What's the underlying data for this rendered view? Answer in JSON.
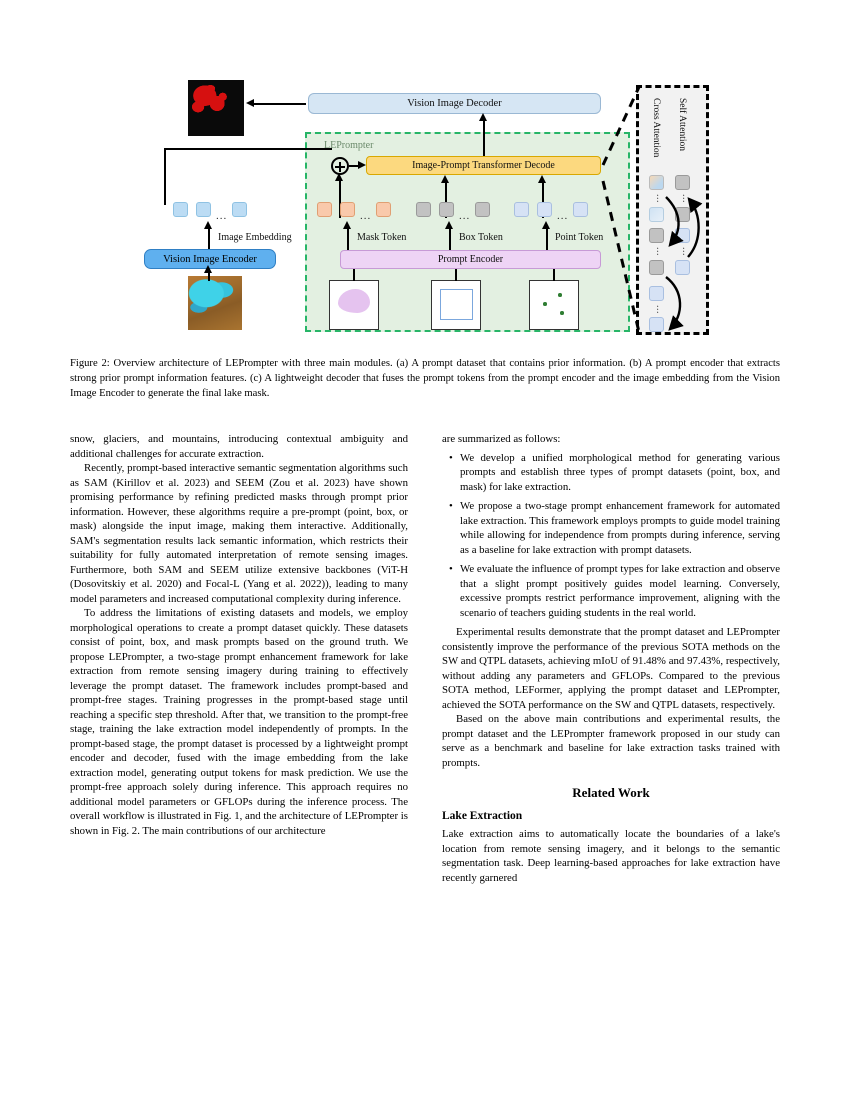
{
  "figure": {
    "blocks": {
      "vision_image_decoder": "Vision Image Decoder",
      "vision_image_encoder": "Vision Image Encoder",
      "image_prompt_transformer_decode": "Image-Prompt Transformer Decode",
      "prompt_encoder": "Prompt Encoder",
      "leprompter_region": "LEPrompter"
    },
    "labels": {
      "image_embedding": "Image Embedding",
      "mask_token": "Mask Token",
      "box_token": "Box Token",
      "point_token": "Point Token",
      "cross_attention": "Cross Attention",
      "self_attention": "Self Attention",
      "ellipsis": "..."
    },
    "colors": {
      "leprompter_border": "#27b567",
      "leprompter_fill": "#e3f0e1",
      "decoder_fill": "#d6e6f4",
      "encoder_fill": "#5fb0ef",
      "transformer_fill": "#fcd97f",
      "prompt_encoder_fill": "#eed4f5",
      "mask_token": "#f9c9ab",
      "box_token": "#c2c2c2",
      "point_token": "#d6e2f5",
      "image_embedding_token": "#bcdcf4",
      "attention_panel_fill": "#f2f2f2"
    }
  },
  "caption": {
    "text": "Figure 2: Overview architecture of LEPrompter with three main modules. (a) A prompt dataset that contains prior information. (b) A prompt encoder that extracts strong prior prompt information features. (c) A lightweight decoder that fuses the prompt tokens from the prompt encoder and the image embedding from the Vision Image Encoder to generate the final lake mask."
  },
  "left_column": {
    "para_continued": "snow, glaciers, and mountains, introducing contextual ambiguity and additional challenges for accurate extraction.",
    "para_recently": "Recently, prompt-based interactive semantic segmentation algorithms such as SAM (Kirillov et al. 2023) and SEEM (Zou et al. 2023) have shown promising performance by refining predicted masks through prompt prior information. However, these algorithms require a pre-prompt (point, box, or mask) alongside the input image, making them interactive. Additionally, SAM's segmentation results lack semantic information, which restricts their suitability for fully automated interpretation of remote sensing images. Furthermore, both SAM and SEEM utilize extensive backbones (ViT-H (Dosovitskiy et al. 2020) and Focal-L (Yang et al. 2022)), leading to many model parameters and increased computational complexity during inference.",
    "para_address": "To address the limitations of existing datasets and models, we employ morphological operations to create a prompt dataset quickly. These datasets consist of point, box, and mask prompts based on the ground truth. We propose LEPrompter, a two-stage prompt enhancement framework for lake extraction from remote sensing imagery during training to effectively leverage the prompt dataset. The framework includes prompt-based and prompt-free stages. Training progresses in the prompt-based stage until reaching a specific step threshold. After that, we transition to the prompt-free stage, training the lake extraction model independently of prompts. In the prompt-based stage, the prompt dataset is processed by a lightweight prompt encoder and decoder, fused with the image embedding from the lake extraction model, generating output tokens for mask prediction. We use the prompt-free approach solely during inference. This approach requires no additional model parameters or GFLOPs during the inference process. The overall workflow is illustrated in Fig. 1, and the architecture of LEPrompter is shown in Fig. 2. The main contributions of our architecture"
  },
  "right_column": {
    "para_summarized": "are summarized as follows:",
    "bullets": [
      "We develop a unified morphological method for generating various prompts and establish three types of prompt datasets (point, box, and mask) for lake extraction.",
      "We propose a two-stage prompt enhancement framework for automated lake extraction. This framework employs prompts to guide model training while allowing for independence from prompts during inference, serving as a baseline for lake extraction with prompt datasets.",
      "We evaluate the influence of prompt types for lake extraction and observe that a slight prompt positively guides model learning. Conversely, excessive prompts restrict performance improvement, aligning with the scenario of teachers guiding students in the real world."
    ],
    "para_experimental": "Experimental results demonstrate that the prompt dataset and LEPrompter consistently improve the performance of the previous SOTA methods on the SW and QTPL datasets, achieving mIoU of 91.48% and 97.43%, respectively, without adding any parameters and GFLOPs. Compared to the previous SOTA method, LEFormer, applying the prompt dataset and LEPrompter, achieved the SOTA performance on the SW and QTPL datasets, respectively.",
    "para_based": "Based on the above main contributions and experimental results, the prompt dataset and the LEPrompter framework proposed in our study can serve as a benchmark and baseline for lake extraction tasks trained with prompts.",
    "section_title": "Related Work",
    "subsection_title": "Lake Extraction",
    "para_lake": "Lake extraction aims to automatically locate the boundaries of a lake's location from remote sensing imagery, and it belongs to the semantic segmentation task. Deep learning-based approaches for lake extraction have recently garnered"
  }
}
